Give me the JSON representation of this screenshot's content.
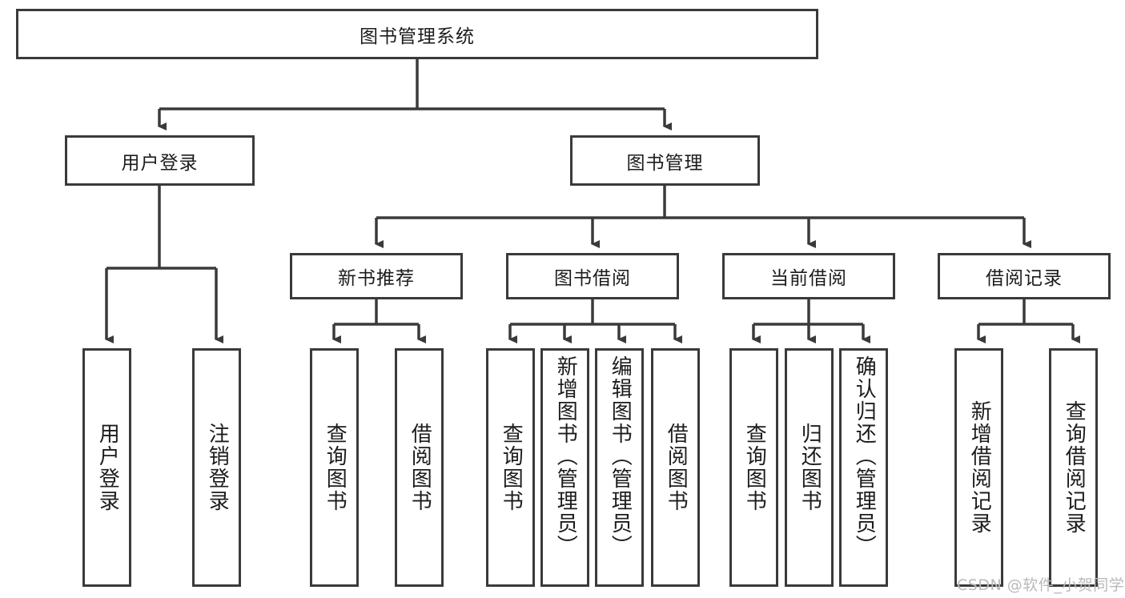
{
  "diagram": {
    "title": "图书管理系统",
    "type": "tree-hierarchy-diagram",
    "root": {
      "label": "图书管理系统"
    },
    "level2": [
      {
        "label": "用户登录"
      },
      {
        "label": "图书管理"
      }
    ],
    "level3": [
      {
        "label": "新书推荐"
      },
      {
        "label": "图书借阅"
      },
      {
        "label": "当前借阅"
      },
      {
        "label": "借阅记录"
      }
    ],
    "leaves": {
      "user_login": [
        {
          "label": "用户登录"
        },
        {
          "label": "注销登录"
        }
      ],
      "new_book_recommend": [
        {
          "label": "查询图书"
        },
        {
          "label": "借阅图书"
        }
      ],
      "book_borrow": [
        {
          "label": "查询图书"
        },
        {
          "label": "新增图书（管理员）"
        },
        {
          "label": "编辑图书（管理员）"
        },
        {
          "label": "借阅图书"
        }
      ],
      "current_borrow": [
        {
          "label": "查询图书"
        },
        {
          "label": "归还图书"
        },
        {
          "label": "确认归还（管理员）"
        }
      ],
      "borrow_records": [
        {
          "label": "新增借阅记录"
        },
        {
          "label": "查询借阅记录"
        }
      ]
    }
  },
  "watermark": {
    "text": "CSDN @软件_小贺同学"
  },
  "colors": {
    "stroke": "#3a3a3a",
    "background": "#ffffff",
    "text": "#1c1c1c",
    "watermark": "#b9b9b9"
  }
}
